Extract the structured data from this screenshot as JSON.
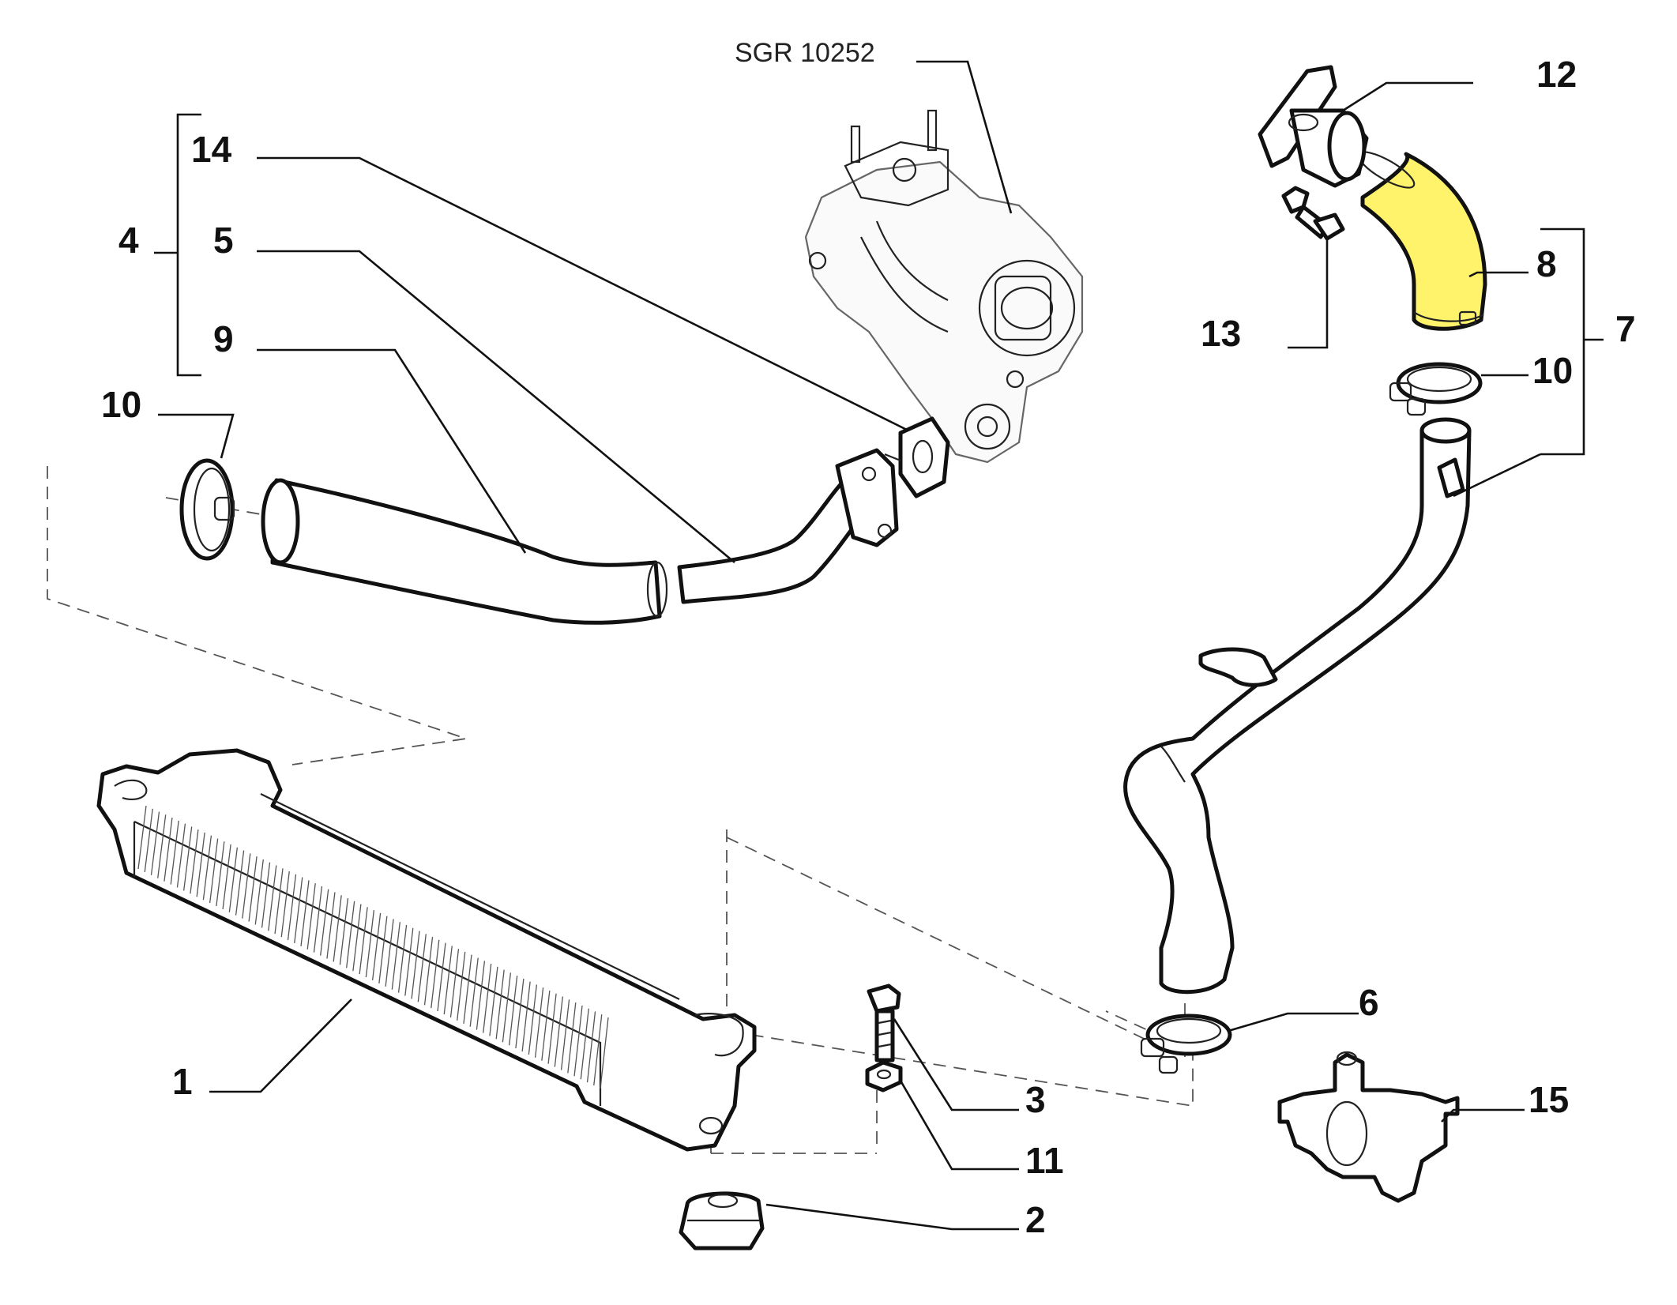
{
  "reference": "SGR 10252",
  "callouts": {
    "c1": "1",
    "c2": "2",
    "c3": "3",
    "c4": "4",
    "c5": "5",
    "c6": "6",
    "c7": "7",
    "c8": "8",
    "c9": "9",
    "c10_left": "10",
    "c10_right": "10",
    "c11": "11",
    "c12": "12",
    "c13": "13",
    "c14": "14",
    "c15": "15"
  },
  "colors": {
    "highlight": "#fff36b",
    "line": "#111111"
  }
}
